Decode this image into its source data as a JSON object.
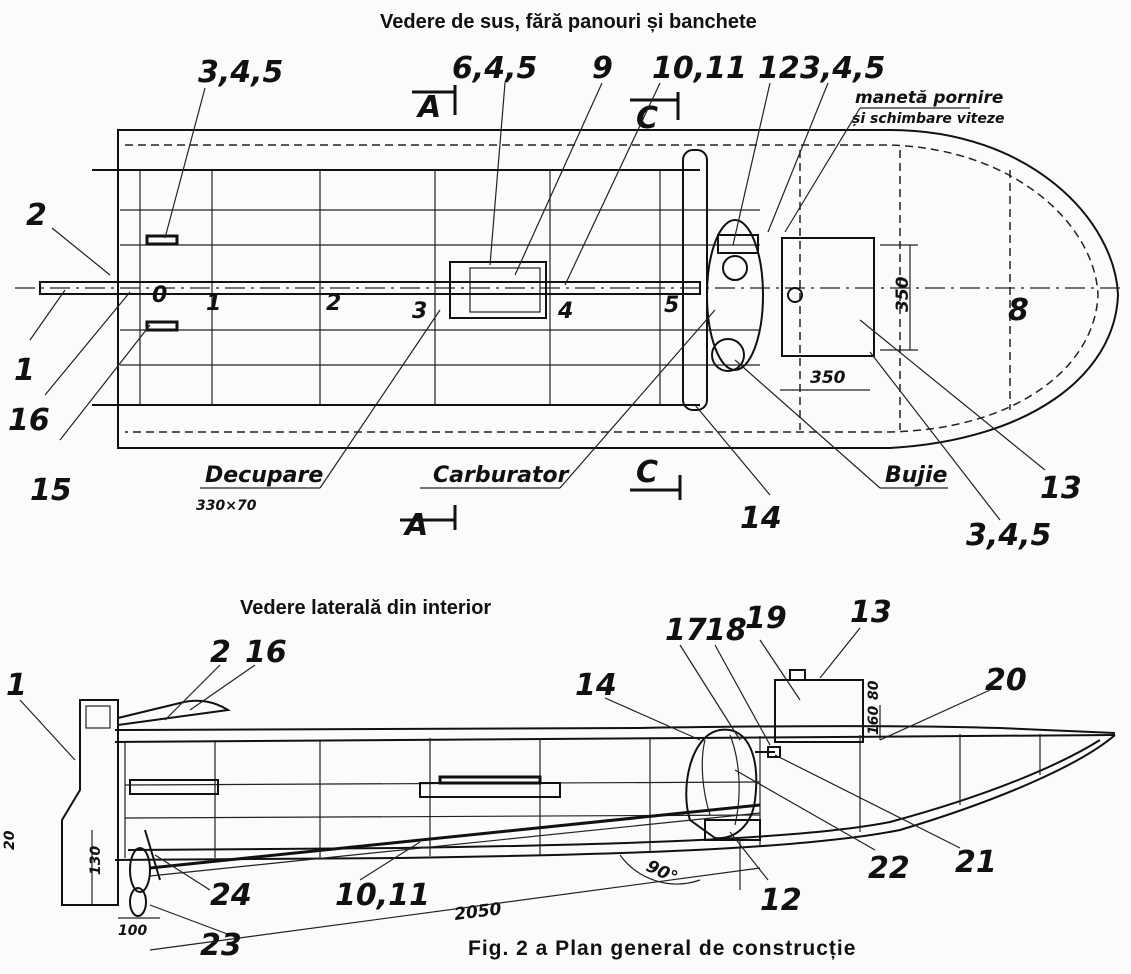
{
  "top_view": {
    "title": "Vedere de sus, fără panouri și banchete",
    "section_marks": [
      "A",
      "A",
      "C",
      "C"
    ],
    "labels": {
      "l1": "1",
      "l2": "2",
      "l345_a": "3,4,5",
      "l645": "6,4,5",
      "l9": "9",
      "l1011": "10,11",
      "l12": "12",
      "l345_b": "3,4,5",
      "l8": "8",
      "l13": "13",
      "l14": "14",
      "l15": "15",
      "l16": "16",
      "l345_c": "3,4,5"
    },
    "station_numbers": [
      "0",
      "1",
      "2",
      "3",
      "4",
      "5"
    ],
    "maneta_line1": "manetă pornire",
    "maneta_line2": "și schimbare viteze",
    "decupare": "Decupare",
    "decupare_dim": "330×70",
    "carburator": "Carburator",
    "bujie": "Bujie",
    "dim_350_h": "350",
    "dim_350_v": "350"
  },
  "side_view": {
    "title": "Vedere laterală din interior",
    "labels": {
      "l1": "1",
      "l2": "2",
      "l16": "16",
      "l14": "14",
      "l17": "17",
      "l18": "18",
      "l19": "19",
      "l13": "13",
      "l20": "20",
      "l21": "21",
      "l22": "22",
      "l12": "12",
      "l1011": "10,11",
      "l24": "24",
      "l23": "23"
    },
    "dim_130": "130",
    "dim_100": "100",
    "dim_2050": "2050",
    "dim_90": "90°",
    "dim_160": "160",
    "dim_80": "80",
    "dim_20": "20"
  },
  "caption": "Fig. 2 a  Plan general de construcție"
}
